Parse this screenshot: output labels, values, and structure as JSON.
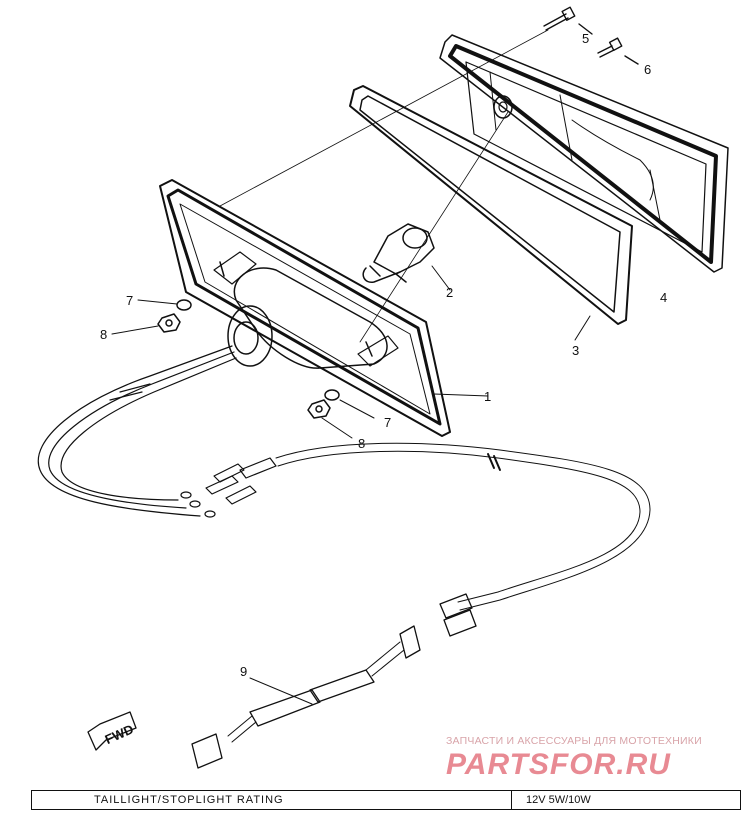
{
  "callouts": {
    "c1": "1",
    "c2": "2",
    "c3": "3",
    "c4": "4",
    "c5": "5",
    "c6": "6",
    "c7a": "7",
    "c7b": "7",
    "c8a": "8",
    "c8b": "8",
    "c9": "9"
  },
  "fwd_label": "FWD",
  "watermark": {
    "tagline": "ЗАПЧАСТИ И АКСЕССУАРЫ ДЛЯ МОТОТЕХНИКИ",
    "brand": "PARTSFOR.RU"
  },
  "rating": {
    "label": "TAILLIGHT/STOPLIGHT RATING",
    "value": "12V 5W/10W"
  }
}
